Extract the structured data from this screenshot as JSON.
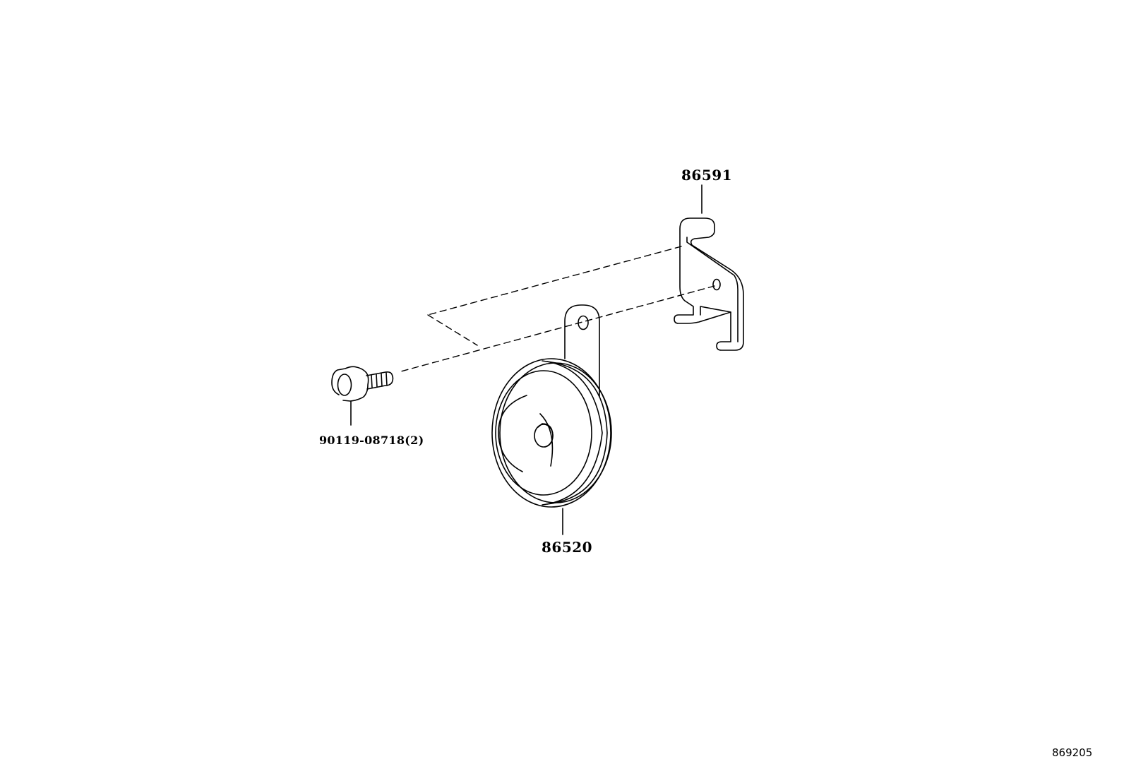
{
  "parts": {
    "bracket": {
      "number": "86591"
    },
    "horn": {
      "number": "86520"
    },
    "bolt": {
      "number": "90119-08718(2)"
    }
  },
  "diagram_id": "869205",
  "colors": {
    "line": "#000000",
    "background": "#ffffff"
  }
}
